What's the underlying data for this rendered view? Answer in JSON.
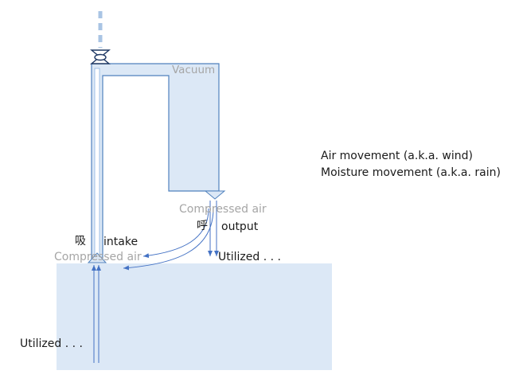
{
  "colors": {
    "fill": "#dce8f6",
    "stroke": "#4f81bd",
    "arrow": "#4472c4",
    "gray_text": "#a6a6a6",
    "dark_text": "#1a1a1a"
  },
  "labels": {
    "vacuum": "Vacuum",
    "compressed_air_top": "Compressed air",
    "exhale_char": "呼",
    "output": "output",
    "inhale_char": "吸",
    "intake": "intake",
    "compressed_air_left": "Compressed air",
    "utilized_right": "Utilized . . .",
    "utilized_left": "Utilized . . .",
    "legend_air": "Air movement (a.k.a. wind)",
    "legend_moisture": "Moisture movement (a.k.a. rain)"
  },
  "icons": {
    "valve": "valve-icon"
  }
}
